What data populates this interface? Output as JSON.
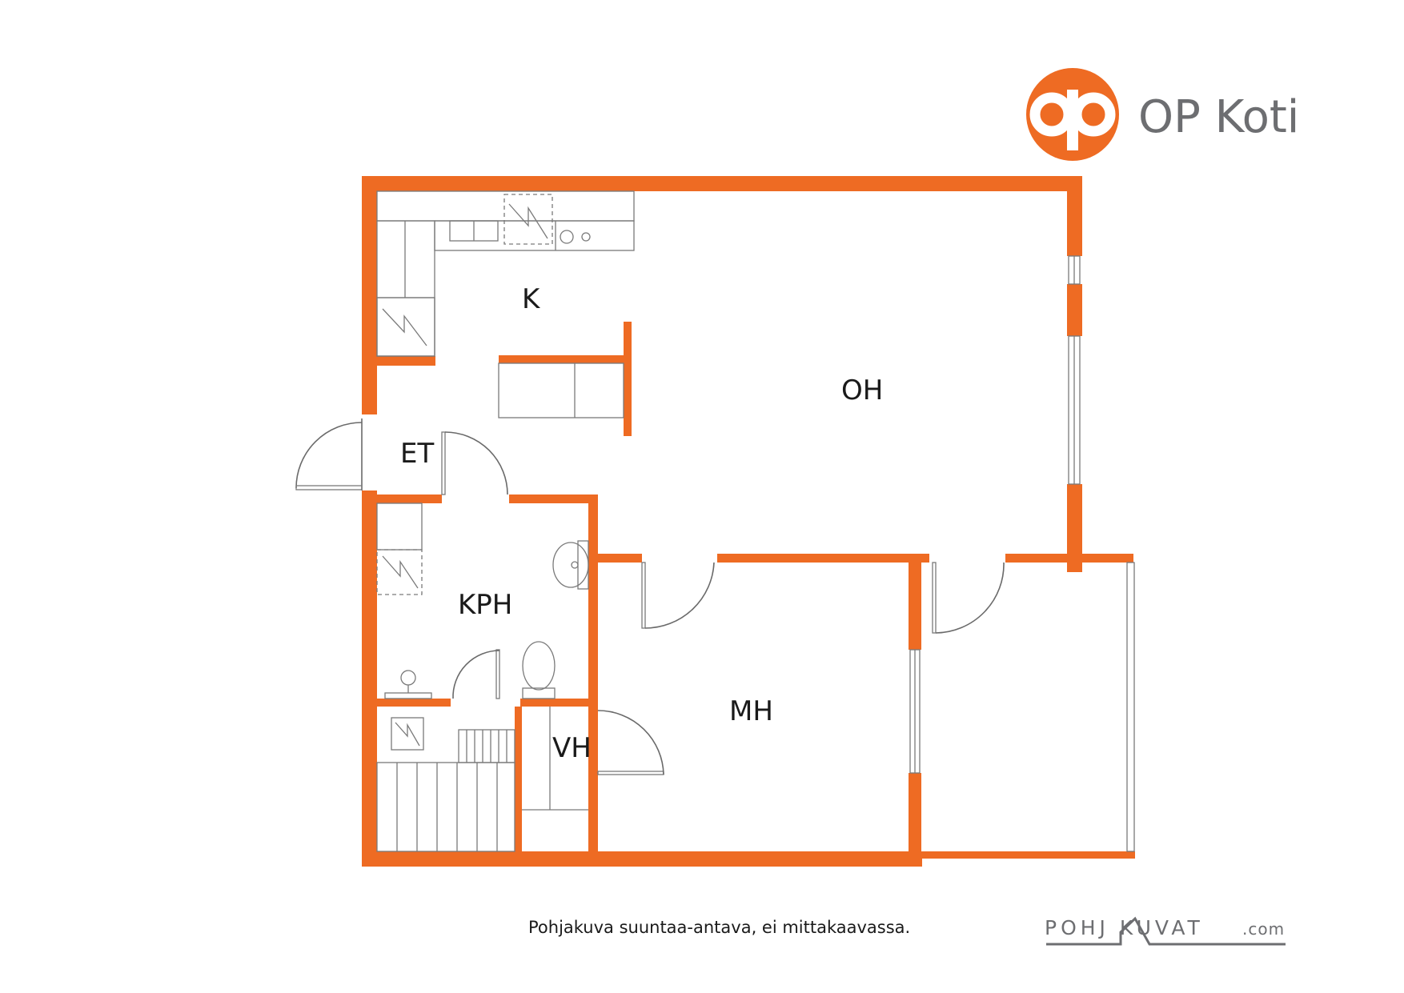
{
  "brand": {
    "name": "OP Koti",
    "logo_icon": "op-logo-icon",
    "color": "#ee6b23",
    "text_color": "#6d6e71"
  },
  "rooms": {
    "kitchen": "K",
    "living": "OH",
    "entry": "ET",
    "bathroom": "KPH",
    "bedroom": "MH",
    "wardrobe": "VH"
  },
  "caption": "Pohjakuva suuntaa-antava, ei mittakaavassa.",
  "credit": {
    "main": "POHJ KUVAT",
    "suffix": ".com"
  },
  "colors": {
    "wall": "#ee6b23",
    "fixtures": "#7a7a7a",
    "background": "#ffffff"
  }
}
